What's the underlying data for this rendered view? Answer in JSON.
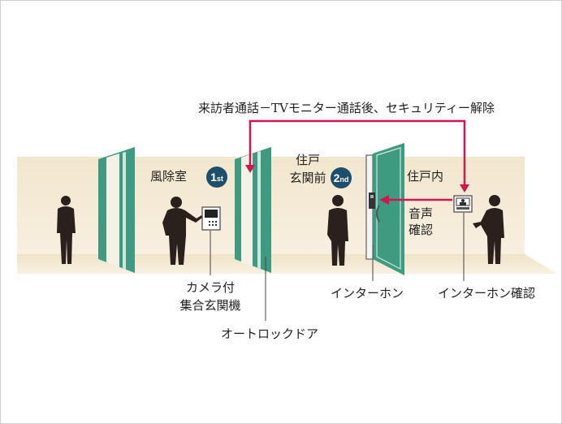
{
  "title": "来訪者通話－TVモニター通話後、セキュリティー解除",
  "zones": {
    "vestibule": "風除室",
    "front_of_unit": "住戸\n玄関前",
    "front_of_unit_line1": "住戸",
    "front_of_unit_line2": "玄関前",
    "inside_unit": "住戸内"
  },
  "badges": {
    "first_num": "1",
    "first_suffix": "st",
    "second_num": "2",
    "second_suffix": "nd"
  },
  "voice_check": {
    "line1": "音声",
    "line2": "確認"
  },
  "labels": {
    "camera_panel_line1": "カメラ付",
    "camera_panel_line2": "集合玄関機",
    "autolock_door": "オートロックドア",
    "intercom": "インターホン",
    "intercom_check": "インターホン確認"
  },
  "colors": {
    "arrow": "#d3164f",
    "door": "#3e9a80",
    "wall": "#f3e9d4",
    "badge": "#1d4e6c"
  }
}
